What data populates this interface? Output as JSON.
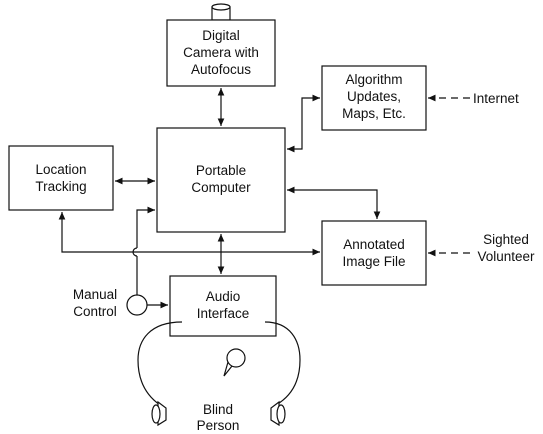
{
  "blocks": {
    "camera": {
      "line1": "Digital",
      "line2": "Camera with",
      "line3": "Autofocus"
    },
    "algorithm": {
      "line1": "Algorithm",
      "line2": "Updates,",
      "line3": "Maps, Etc."
    },
    "location": {
      "line1": "Location",
      "line2": "Tracking"
    },
    "computer": {
      "line1": "Portable",
      "line2": "Computer"
    },
    "annotated": {
      "line1": "Annotated",
      "line2": "Image File"
    },
    "audio": {
      "line1": "Audio",
      "line2": "Interface"
    }
  },
  "labels": {
    "internet": "Internet",
    "sighted": {
      "line1": "Sighted",
      "line2": "Volunteer"
    },
    "manual": {
      "line1": "Manual",
      "line2": "Control"
    },
    "blind": {
      "line1": "Blind",
      "line2": "Person"
    }
  }
}
